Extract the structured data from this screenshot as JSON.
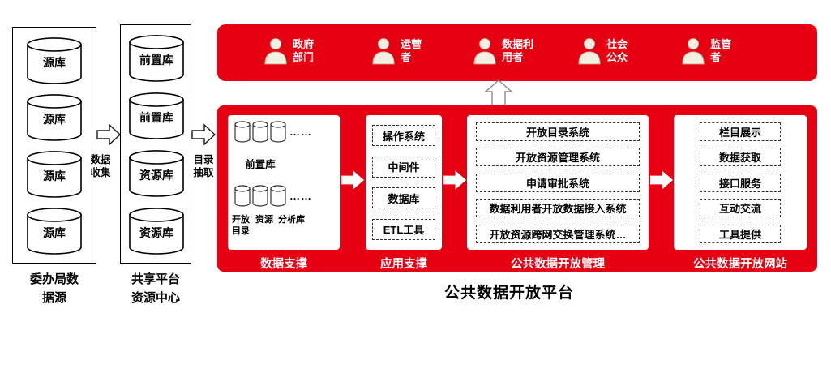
{
  "colors": {
    "platform_red": "#e60012",
    "box_border": "#000000",
    "dashed_border": "#333333"
  },
  "source_column": {
    "title": "委办局数\n据源",
    "databases": [
      "源库",
      "源库",
      "源库",
      "源库"
    ]
  },
  "flow_collect": {
    "label": "数据\n收集"
  },
  "shared_column": {
    "title": "共享平台\n资源中心",
    "databases": [
      "前置库",
      "前置库",
      "资源库",
      "资源库"
    ]
  },
  "flow_extract": {
    "label": "目录\n抽取"
  },
  "actors": [
    "政府\n部门",
    "运营\n者",
    "数据利\n用者",
    "社会\n公众",
    "监管\n者"
  ],
  "platform": {
    "caption": "公共数据开放平台",
    "data_support": {
      "label": "数据支撑",
      "row1_ellipsis": "……",
      "row1_caption": "前置库",
      "row2_ellipsis": "……",
      "row2_captions": [
        "开放\n目录",
        "资源",
        "分析库"
      ]
    },
    "app_support": {
      "label": "应用支撑",
      "items": [
        "操作系统",
        "中间件",
        "数据库",
        "ETL工具"
      ]
    },
    "management": {
      "label": "公共数据开放管理",
      "items": [
        "开放目录系统",
        "开放资源管理系统",
        "申请审批系统",
        "数据利用者开放数据接入系统",
        "开放资源跨网交换管理系统…"
      ]
    },
    "website": {
      "label": "公共数据开放网站",
      "items": [
        "栏目展示",
        "数据获取",
        "接口服务",
        "互动交流",
        "工具提供"
      ]
    }
  },
  "icons": {
    "database-cylinder-icon": "css-svg-cylinder",
    "person-icon": "user-silhouette",
    "arrow-right-icon": "block-arrow-right",
    "arrow-up-icon": "block-arrow-up"
  }
}
